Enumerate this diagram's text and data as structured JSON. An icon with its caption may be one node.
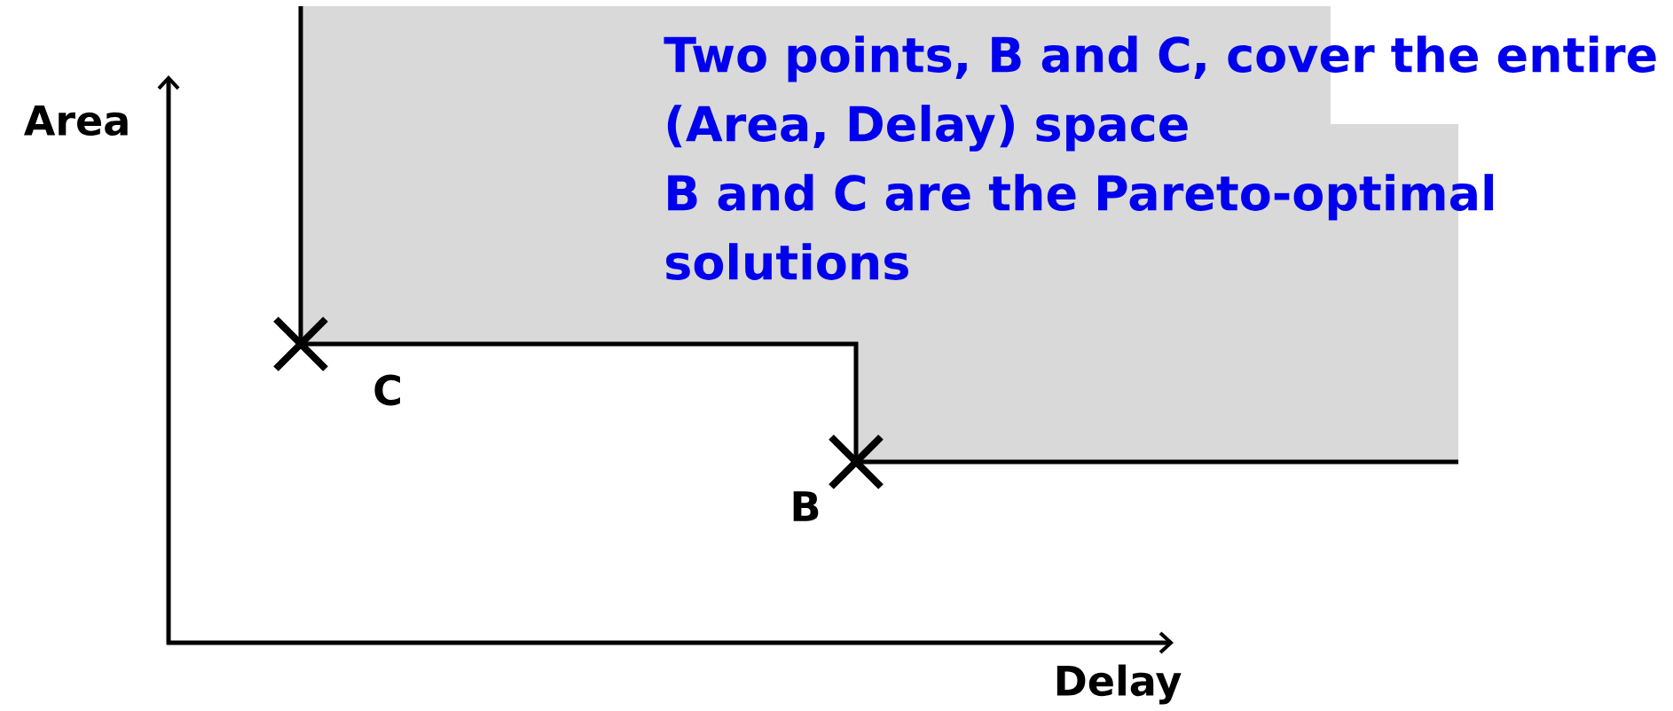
{
  "diagram": {
    "labels": [
      "Two points, B and C, cover the entire (Area, Delay) space",
      "Area",
      "B and C are the Pareto-optimal solutions",
      "C",
      "B",
      "Delay"
    ]
  }
}
